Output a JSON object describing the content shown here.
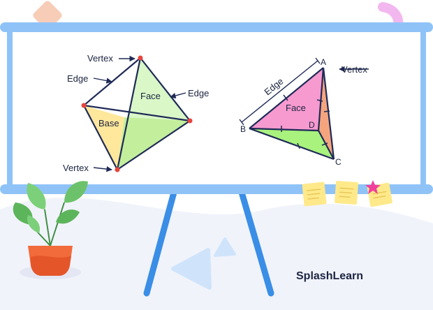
{
  "colors": {
    "board_frame": "#8fc3f7",
    "board_fill": "#ffffff",
    "easel_leg": "#3a8ee6",
    "edge_stroke": "#1f2a57",
    "vertex_dot": "#e8453c",
    "face_green": "#d9f7c7",
    "face_green_dark": "#c3ee9c",
    "face_yellow": "#ffe79b",
    "face_pink": "#f79ad0",
    "face_orange": "#f5a57e",
    "face_green_bright": "#a8f27d",
    "pot_orange": "#f26b3a",
    "leaf_green": "#6cc26a",
    "sticky_note": "#ffe98a",
    "deco_pink": "#f3b7f0",
    "deco_peach": "#f7cdb8",
    "deco_blue_tri": "#cfe4fb"
  },
  "left_figure": {
    "vertex_top_label": "Vertex",
    "edge_left_label": "Edge",
    "face_label": "Face",
    "edge_right_label": "Edge",
    "base_label": "Base",
    "vertex_bottom_label": "Vertex"
  },
  "right_figure": {
    "edge_label": "Edge",
    "point_a": "A",
    "vertex_label": "Vertex",
    "face_label": "Face",
    "point_b": "B",
    "point_d": "D",
    "point_c": "C"
  },
  "brand": {
    "name": "SplashLearn"
  },
  "icons": [
    "plant-icon",
    "sticky-note-icon",
    "star-icon",
    "triangle-decoration-icon"
  ]
}
